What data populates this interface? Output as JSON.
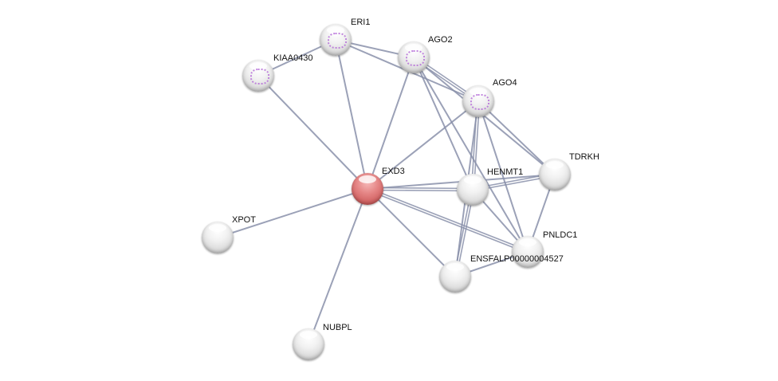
{
  "network": {
    "query_color": "#cc5a5a",
    "edge_color": "#8a90aa",
    "nodes": [
      {
        "id": "ERI1",
        "label": "ERI1"
      },
      {
        "id": "AGO2",
        "label": "AGO2"
      },
      {
        "id": "KIAA0430",
        "label": "KIAA0430"
      },
      {
        "id": "AGO4",
        "label": "AGO4"
      },
      {
        "id": "TDRKH",
        "label": "TDRKH"
      },
      {
        "id": "EXD3",
        "label": "EXD3"
      },
      {
        "id": "HENMT1",
        "label": "HENMT1"
      },
      {
        "id": "XPOT",
        "label": "XPOT"
      },
      {
        "id": "PNLDC1",
        "label": "PNLDC1"
      },
      {
        "id": "ENSFALP",
        "label": "ENSFALP00000004527"
      },
      {
        "id": "NUBPL",
        "label": "NUBPL"
      }
    ],
    "edges": [
      [
        "EXD3",
        "KIAA0430",
        1
      ],
      [
        "EXD3",
        "ERI1",
        1
      ],
      [
        "EXD3",
        "AGO2",
        1
      ],
      [
        "EXD3",
        "AGO4",
        1
      ],
      [
        "EXD3",
        "HENMT1",
        2
      ],
      [
        "EXD3",
        "TDRKH",
        1
      ],
      [
        "EXD3",
        "PNLDC1",
        2
      ],
      [
        "EXD3",
        "ENSFALP",
        1
      ],
      [
        "EXD3",
        "XPOT",
        1
      ],
      [
        "EXD3",
        "NUBPL",
        1
      ],
      [
        "KIAA0430",
        "ERI1",
        1
      ],
      [
        "ERI1",
        "AGO2",
        1
      ],
      [
        "ERI1",
        "AGO4",
        1
      ],
      [
        "AGO2",
        "AGO4",
        2
      ],
      [
        "AGO2",
        "HENMT1",
        1
      ],
      [
        "AGO2",
        "PNLDC1",
        1
      ],
      [
        "AGO2",
        "TDRKH",
        1
      ],
      [
        "AGO4",
        "HENMT1",
        2
      ],
      [
        "AGO4",
        "ENSFALP",
        1
      ],
      [
        "AGO4",
        "PNLDC1",
        1
      ],
      [
        "AGO4",
        "TDRKH",
        1
      ],
      [
        "HENMT1",
        "TDRKH",
        2
      ],
      [
        "HENMT1",
        "PNLDC1",
        1
      ],
      [
        "HENMT1",
        "ENSFALP",
        2
      ],
      [
        "TDRKH",
        "PNLDC1",
        1
      ],
      [
        "ENSFALP",
        "PNLDC1",
        1
      ]
    ]
  }
}
